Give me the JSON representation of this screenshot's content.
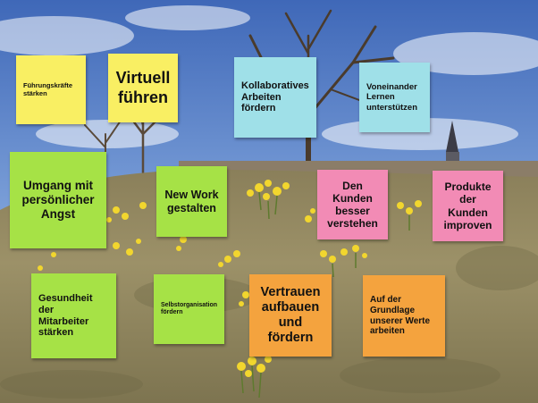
{
  "notes": [
    {
      "text": "Führungskräfte\nstärken",
      "color": "#f9ef63"
    },
    {
      "text": "Virtuell\nführen",
      "color": "#f9ef63"
    },
    {
      "text": "Kollaboratives\nArbeiten\nfördern",
      "color": "#9fe0e8"
    },
    {
      "text": "Voneinander\nLernen\nunterstützen",
      "color": "#9fe0e8"
    },
    {
      "text": "Umgang mit\npersönlicher\nAngst",
      "color": "#a6e246"
    },
    {
      "text": "New Work\ngestalten",
      "color": "#a6e246"
    },
    {
      "text": "Den\nKunden\nbesser\nverstehen",
      "color": "#f28bb5"
    },
    {
      "text": "Produkte\nder\nKunden\nimproven",
      "color": "#f28bb5"
    },
    {
      "text": "Gesundheit\nder\nMitarbeiter\nstärken",
      "color": "#a6e246"
    },
    {
      "text": "Selbstorganisation\nfördern",
      "color": "#a6e246"
    },
    {
      "text": "Vertrauen\naufbauen\nund\nfördern",
      "color": "#f4a33e"
    },
    {
      "text": "Auf der\nGrundlage\nunserer Werte\narbeiten",
      "color": "#f4a33e"
    }
  ]
}
